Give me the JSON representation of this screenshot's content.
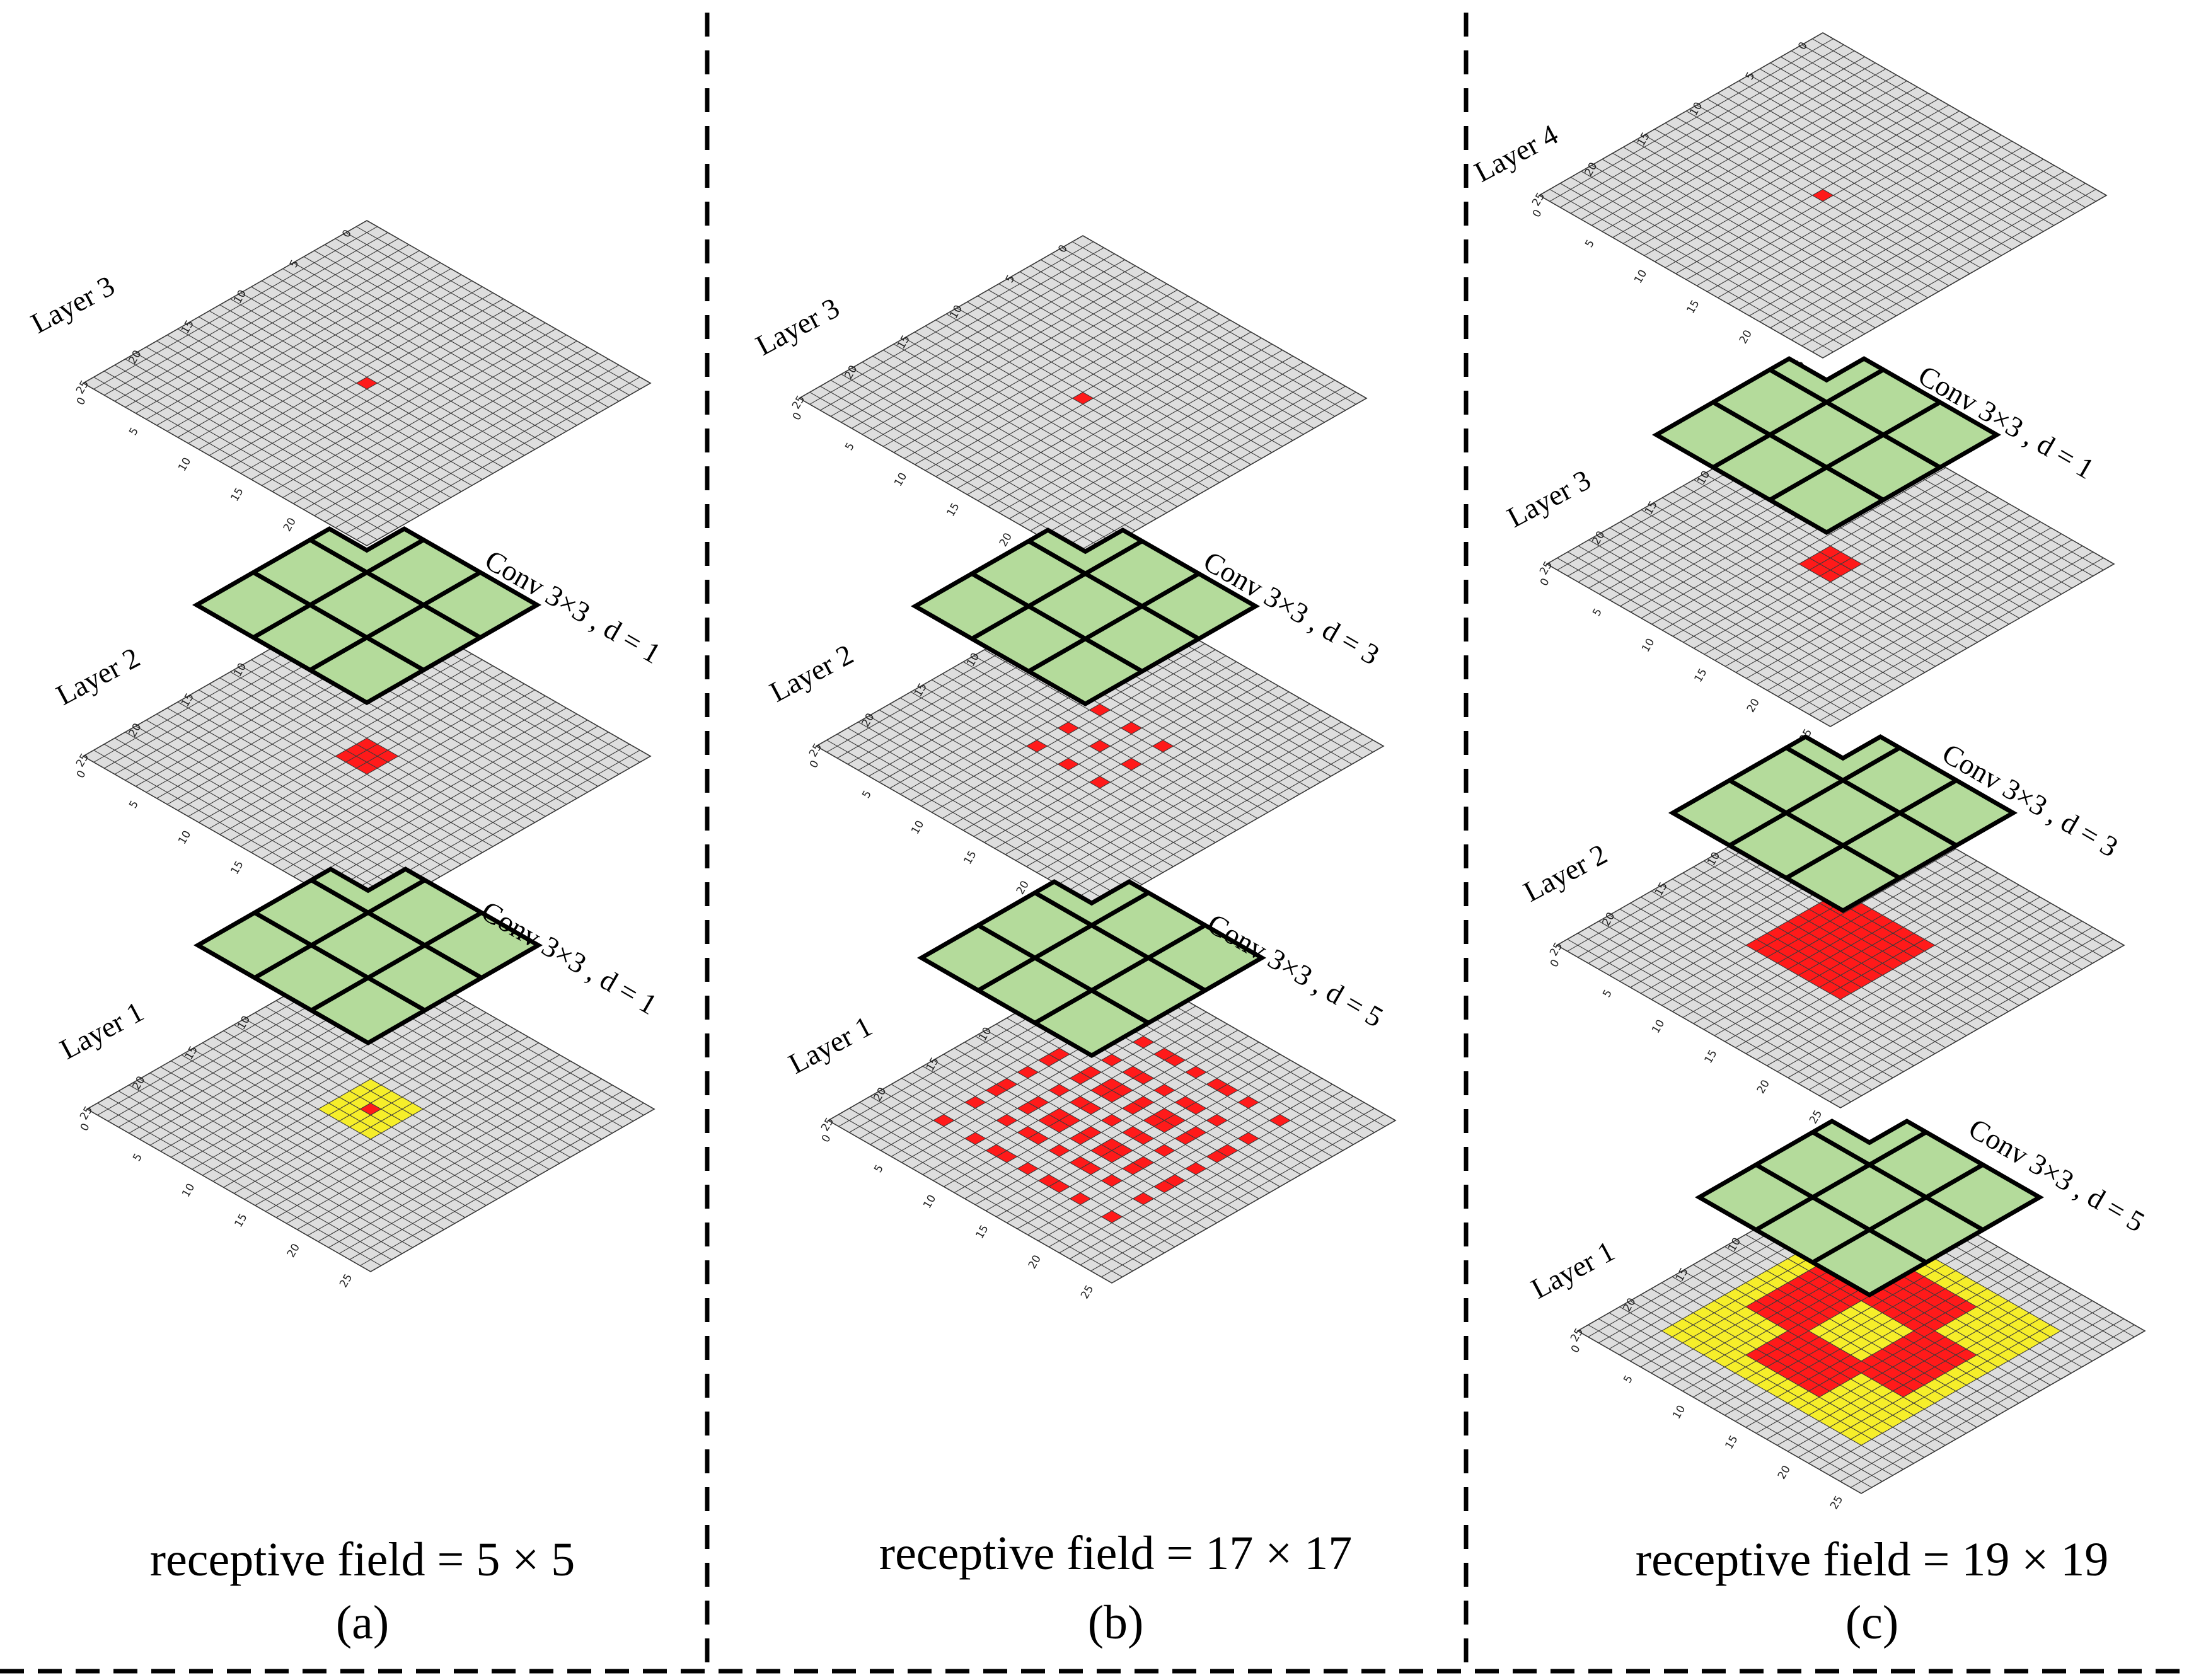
{
  "colors": {
    "grid_cell": "#dedede",
    "grid_line": "#3a3a3a",
    "receptive": "#ff1a1a",
    "extended": "#f6ee2a",
    "kernel_fill": "#b4db9b",
    "kernel_line": "#000000",
    "separator": "#000000"
  },
  "grid": {
    "size": 27,
    "tick_values": [
      "0",
      "5",
      "10",
      "15",
      "20",
      "25"
    ]
  },
  "panels": [
    {
      "id": "a",
      "label": "(a)",
      "caption": "receptive field = 5 × 5",
      "layers": [
        {
          "name": "Layer 3",
          "highlight": {
            "red": [
              [
                13,
                13
              ]
            ],
            "yellow": []
          }
        },
        {
          "name": "Layer 2",
          "highlight": {
            "red": [
              [
                12,
                12,
                14,
                14
              ]
            ],
            "yellow": []
          }
        },
        {
          "name": "Layer 1",
          "highlight": {
            "red": [
              [
                13,
                13
              ]
            ],
            "yellow": [
              [
                11,
                11,
                15,
                15
              ]
            ]
          }
        }
      ],
      "convs": [
        {
          "label": "Conv 3×3 , d = 1"
        },
        {
          "label": "Conv 3×3 , d = 1"
        }
      ]
    },
    {
      "id": "b",
      "label": "(b)",
      "caption": "receptive field = 17 × 17",
      "layers": [
        {
          "name": "Layer 3",
          "highlight": {
            "red": [
              [
                13,
                13
              ]
            ],
            "yellow": []
          }
        },
        {
          "name": "Layer 2",
          "highlight": {
            "dilated": {
              "offsets": [
                -3,
                0,
                3
              ]
            }
          }
        },
        {
          "name": "Layer 1",
          "highlight": {
            "dilated": {
              "offsets": [
                -8,
                -5,
                -3,
                -2,
                0,
                2,
                3,
                5,
                8
              ]
            }
          }
        }
      ],
      "convs": [
        {
          "label": "Conv 3×3 , d = 3"
        },
        {
          "label": "Conv 3×3 , d = 5"
        }
      ]
    },
    {
      "id": "c",
      "label": "(c)",
      "caption": "receptive field = 19 × 19",
      "layers": [
        {
          "name": "Layer 4",
          "highlight": {
            "red": [
              [
                13,
                13
              ]
            ],
            "yellow": []
          }
        },
        {
          "name": "Layer 3",
          "highlight": {
            "red": [
              [
                12,
                12,
                14,
                14
              ]
            ],
            "yellow": []
          }
        },
        {
          "name": "Layer 2",
          "highlight": {
            "red": [
              [
                9,
                9,
                17,
                17
              ]
            ],
            "yellow": []
          }
        },
        {
          "name": "Layer 1",
          "highlight": {
            "red": [
              [
                6,
                10,
                10,
                16
              ],
              [
                10,
                6,
                16,
                10
              ],
              [
                16,
                10,
                20,
                16
              ],
              [
                10,
                16,
                16,
                20
              ]
            ],
            "yellow": [
              [
                4,
                4,
                22,
                22
              ]
            ]
          }
        }
      ],
      "convs": [
        {
          "label": "Conv 3×3 , d = 1"
        },
        {
          "label": "Conv 3×3 , d = 3"
        },
        {
          "label": "Conv 3×3 , d = 5"
        }
      ]
    }
  ]
}
